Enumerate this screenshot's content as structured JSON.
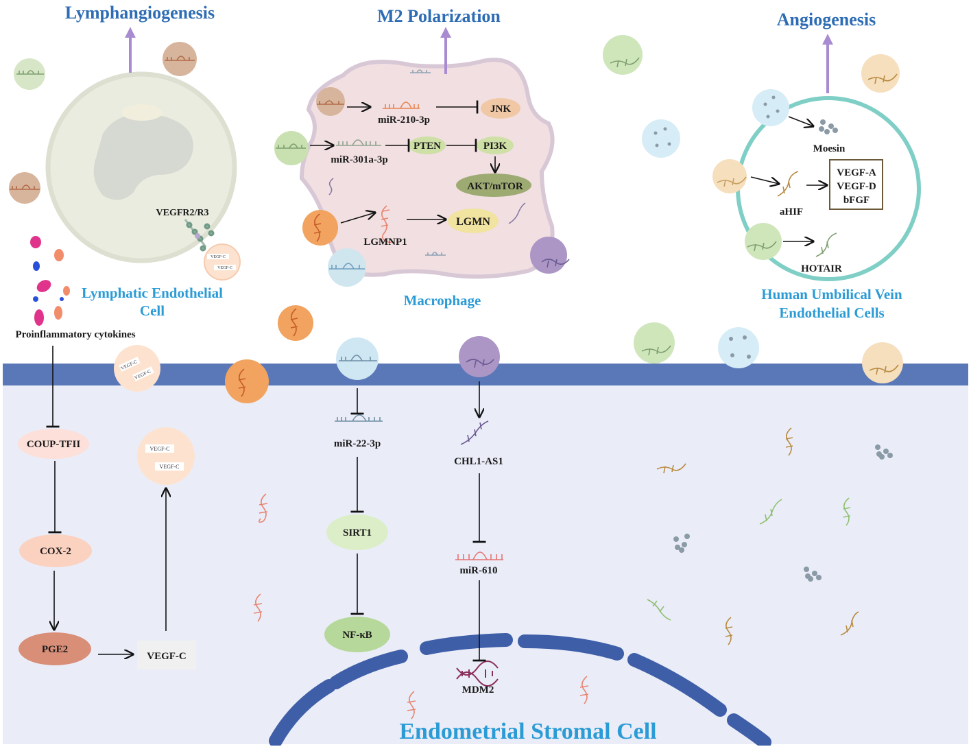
{
  "headers": {
    "lymphangiogenesis": "Lymphangiogenesis",
    "m2_polarization": "M2 Polarization",
    "angiogenesis": "Angiogenesis"
  },
  "cells": {
    "lymphatic_line1": "Lymphatic Endothelial",
    "lymphatic_line2": "Cell",
    "macrophage": "Macrophage",
    "huvec_line1": "Human Umbilical Vein",
    "huvec_line2": "Endothelial Cells",
    "stromal": "Endometrial Stromal Cell"
  },
  "lymphatic": {
    "receptor": "VEGFR2/R3",
    "vesicle_cargo": "VEGF-C",
    "cytokines": "Proinflammatory cytokines"
  },
  "macrophage_pathway": {
    "mir210": "miR-210-3p",
    "jnk": "JNK",
    "mir301a": "miR-301a-3p",
    "pten": "PTEN",
    "pi3k": "PI3K",
    "akt": "AKT/mTOR",
    "lgmnp1": "LGMNP1",
    "lgmn": "LGMN"
  },
  "huvec_pathway": {
    "moesin": "Moesin",
    "ahif": "aHIF",
    "vegfa": "VEGF-A",
    "vegfd": "VEGF-D",
    "bfgf": "bFGF",
    "hotair": "HOTAIR"
  },
  "stromal_pathway": {
    "coup": "COUP-TFII",
    "cox2": "COX-2",
    "pge2": "PGE2",
    "vegfc": "VEGF-C",
    "vegfc_vesicle": "VEGF-C",
    "mir22": "miR-22-3p",
    "sirt1": "SIRT1",
    "nfkb": "NF-κB",
    "chl1": "CHL1-AS1",
    "mir610": "miR-610",
    "mdm2": "MDM2"
  },
  "colors": {
    "header_blue": "#2e6db4",
    "cell_label_blue": "#2b9bd6",
    "membrane_blue": "#5a78b8",
    "cytoplasm": "#eaedf8",
    "arrow_purple": "#a88bd0"
  }
}
